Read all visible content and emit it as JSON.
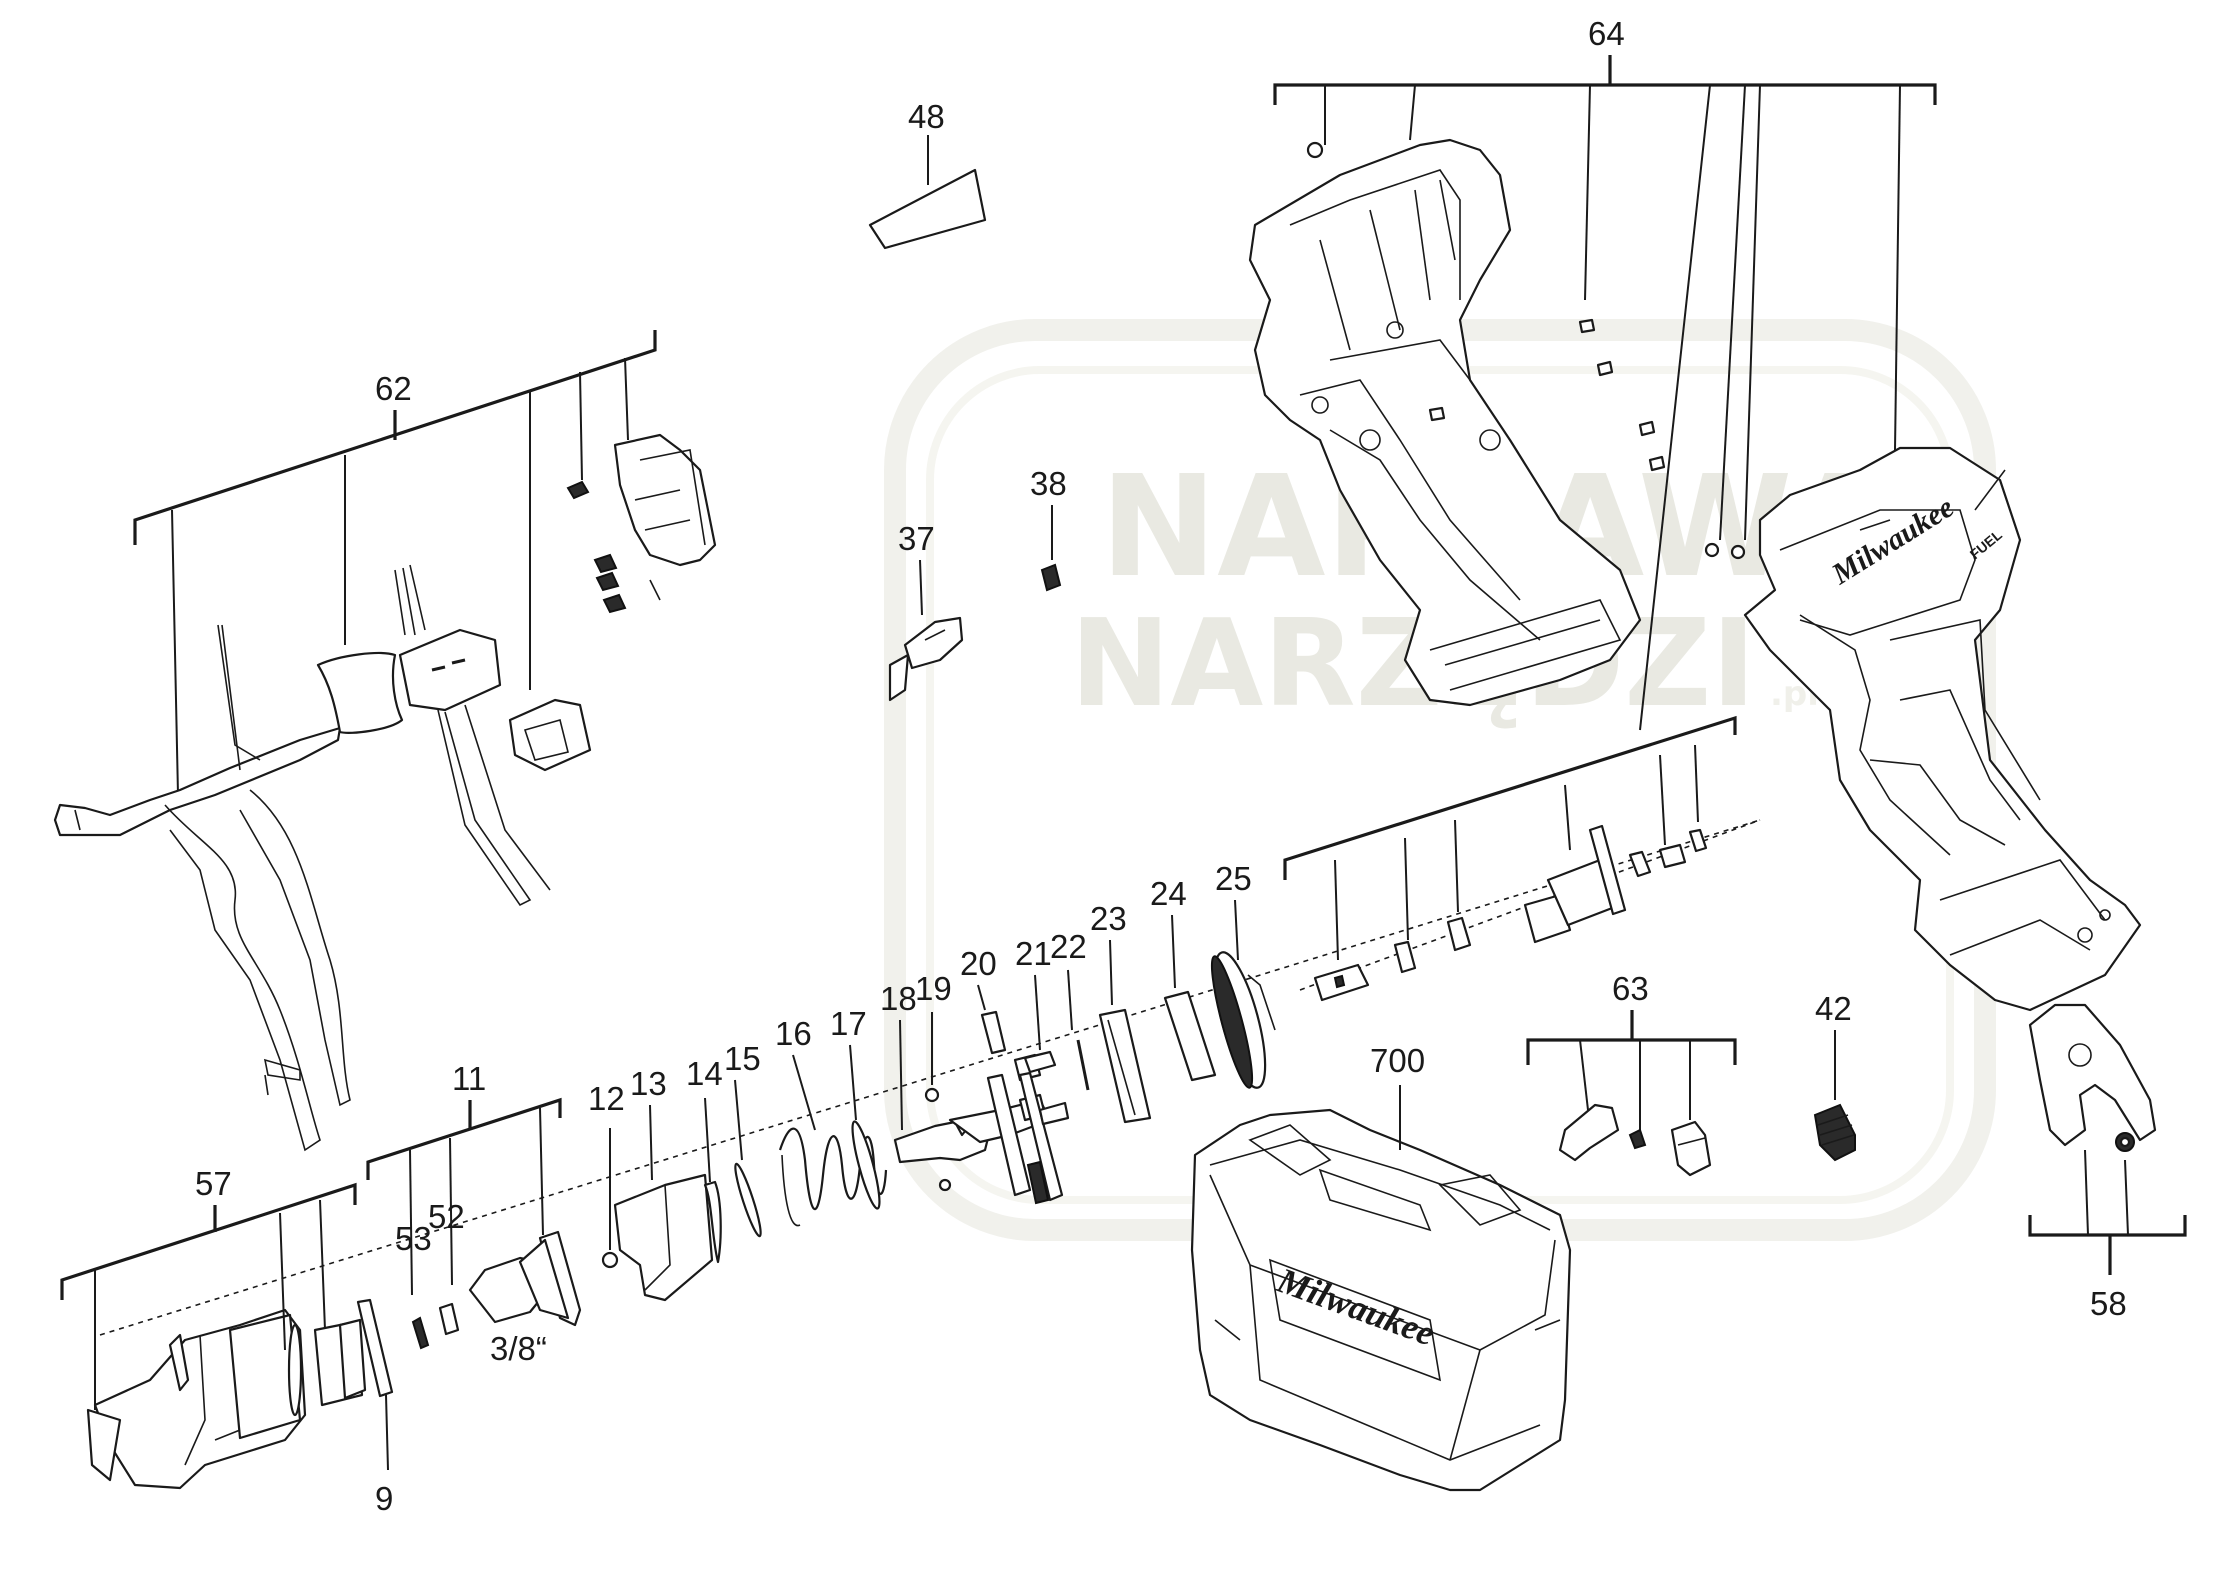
{
  "watermark": {
    "line1": "NAPRAWA",
    "line2": "NARZĘDZI",
    "suffix": ".pl"
  },
  "brand_text": "Milwaukee",
  "fuel_text": "FUEL",
  "drive_size_label": "3/8“",
  "part_labels": {
    "p9": "9",
    "p11": "11",
    "p12": "12",
    "p13": "13",
    "p14": "14",
    "p15": "15",
    "p16": "16",
    "p17": "17",
    "p18": "18",
    "p19": "19",
    "p20": "20",
    "p21": "21",
    "p22": "22",
    "p23": "23",
    "p24": "24",
    "p25": "25",
    "p37": "37",
    "p38": "38",
    "p42": "42",
    "p48": "48",
    "p52": "52",
    "p53": "53",
    "p57": "57",
    "p58": "58",
    "p62": "62",
    "p63": "63",
    "p64": "64",
    "p700": "700"
  },
  "colors": {
    "line": "#1a1a1a",
    "background": "#ffffff",
    "watermark": "#e9e9e2"
  }
}
